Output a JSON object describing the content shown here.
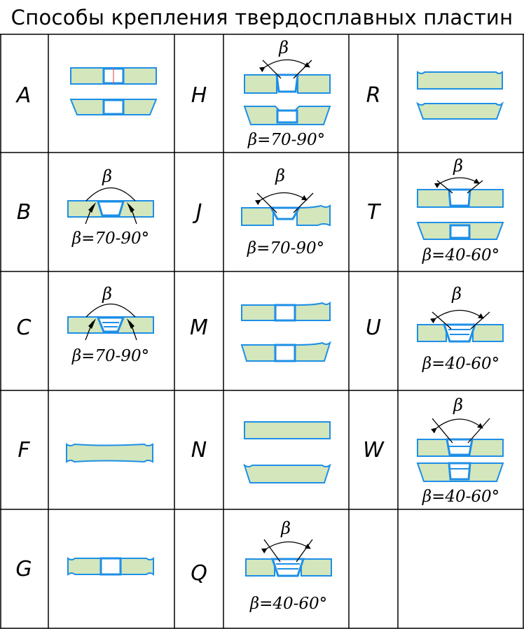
{
  "title": "Способы крепления твердосплавных пластин",
  "cells": [
    {
      "code": "A",
      "label": ""
    },
    {
      "code": "H",
      "label": "β=70-90°"
    },
    {
      "code": "R",
      "label": ""
    },
    {
      "code": "B",
      "label": "β=70-90°"
    },
    {
      "code": "J",
      "label": "β=70-90°"
    },
    {
      "code": "T",
      "label": "β=40-60°"
    },
    {
      "code": "C",
      "label": "β=70-90°"
    },
    {
      "code": "M",
      "label": ""
    },
    {
      "code": "U",
      "label": "β=40-60°"
    },
    {
      "code": "F",
      "label": ""
    },
    {
      "code": "N",
      "label": ""
    },
    {
      "code": "W",
      "label": "β=40-60°"
    },
    {
      "code": "G",
      "label": ""
    },
    {
      "code": "Q",
      "label": "β=40-60°"
    }
  ],
  "angle_symbol": "β",
  "colors": {
    "plate_fill": "#d3e6bc",
    "plate_stroke": "#1e8fe6"
  }
}
